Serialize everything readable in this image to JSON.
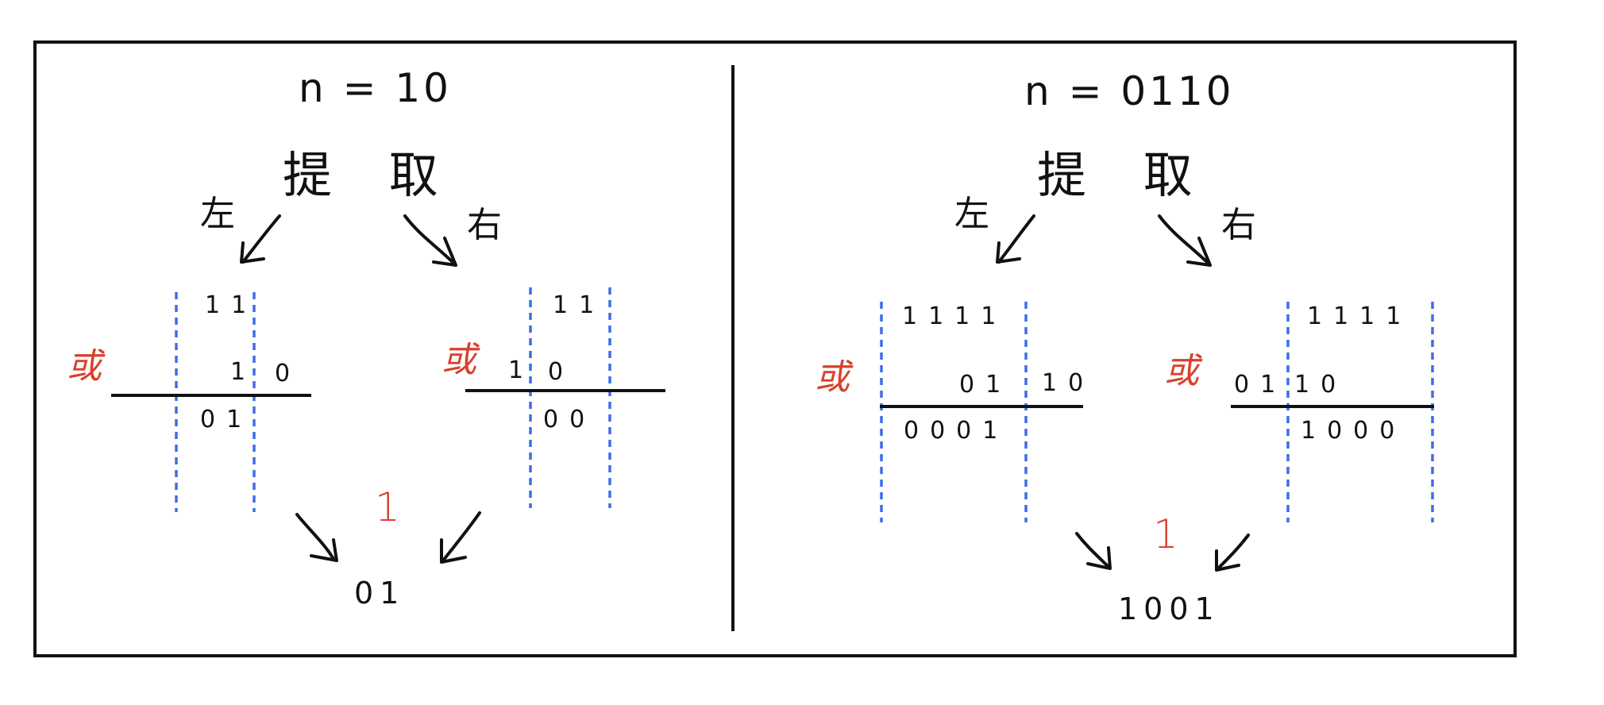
{
  "colors": {
    "ink": "#111111",
    "accent_red": "#d9402e",
    "guide_blue": "#3b6fe6"
  },
  "left_panel": {
    "title": "n = 10",
    "extract_label": "提 取",
    "left_dir": "左",
    "right_dir": "右",
    "left_op": {
      "operator": "或",
      "top": "11",
      "mid_a": "1",
      "mid_b": "0",
      "result": "01"
    },
    "right_op": {
      "operator": "或",
      "top": "11",
      "mid_a": "1",
      "mid_b": "0",
      "result": "00"
    },
    "shift_marker": "1",
    "final_result": "01"
  },
  "right_panel": {
    "title": "n = 0110",
    "extract_label": "提 取",
    "left_dir": "左",
    "right_dir": "右",
    "left_op": {
      "operator": "或",
      "top": "1111",
      "mid_a": "01",
      "mid_b": "10",
      "result": "0001"
    },
    "right_op": {
      "operator": "或",
      "top": "1111",
      "mid_a": "01",
      "mid_b": "10",
      "result": "1000"
    },
    "shift_marker": "1",
    "final_result": "1001"
  }
}
